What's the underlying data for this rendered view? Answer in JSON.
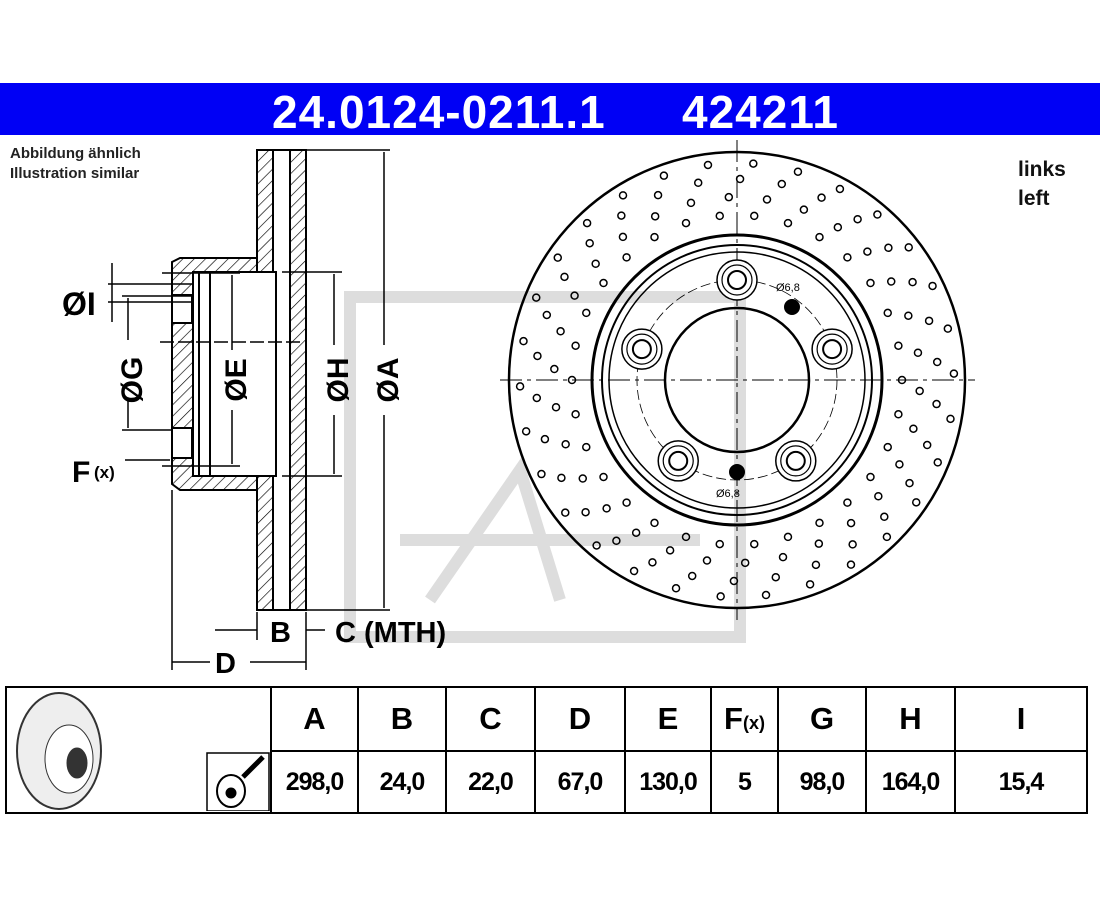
{
  "header": {
    "part_number": "24.0124-0211.1",
    "article_number": "424211",
    "background_color": "#0000f5"
  },
  "note": {
    "line1": "Abbildung ähnlich",
    "line2": "Illustration similar"
  },
  "side": {
    "line1": "links",
    "line2": "left"
  },
  "drawing": {
    "labels": {
      "I": "ØI",
      "G": "ØG",
      "E": "ØE",
      "H": "ØH",
      "A": "ØA",
      "F": "F",
      "F_sub": "(x)",
      "B": "B",
      "C": "C (MTH)",
      "D": "D"
    },
    "hole_labels": [
      "Ø6,8",
      "Ø6,8"
    ],
    "bolt_holes": 5,
    "logo": "Ate"
  },
  "table": {
    "headers": [
      "A",
      "B",
      "C",
      "D",
      "E",
      "F",
      "G",
      "H",
      "I"
    ],
    "f_sub": "(x)",
    "values": [
      "298,0",
      "24,0",
      "22,0",
      "67,0",
      "130,0",
      "5",
      "98,0",
      "164,0",
      "15,4"
    ]
  }
}
